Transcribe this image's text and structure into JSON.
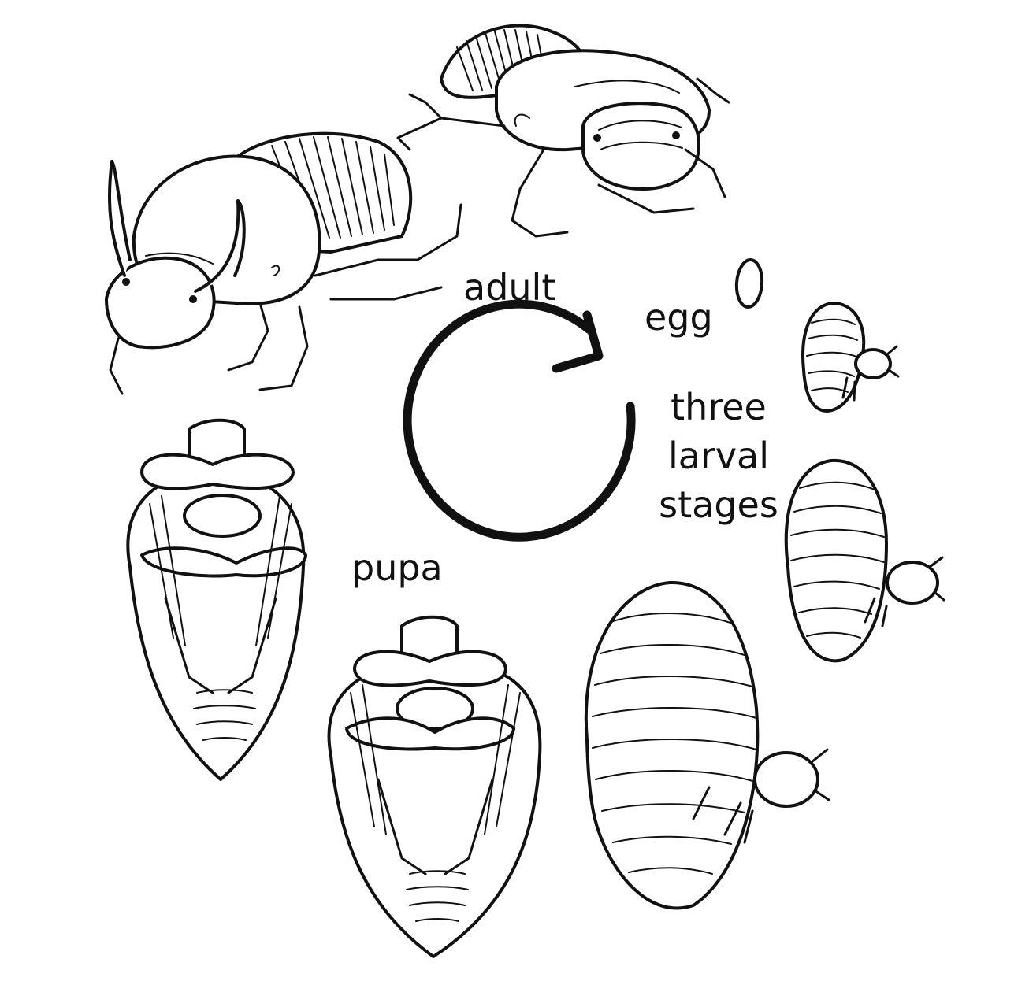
{
  "labels": {
    "adult": "adult",
    "egg": "egg",
    "larval_line1": "three",
    "larval_line2": "larval",
    "larval_line3": "stages",
    "pupa": "pupa"
  },
  "colors": {
    "ink": "#111111",
    "background": "#ffffff"
  },
  "icons": [
    "cycle-arrow-icon"
  ]
}
